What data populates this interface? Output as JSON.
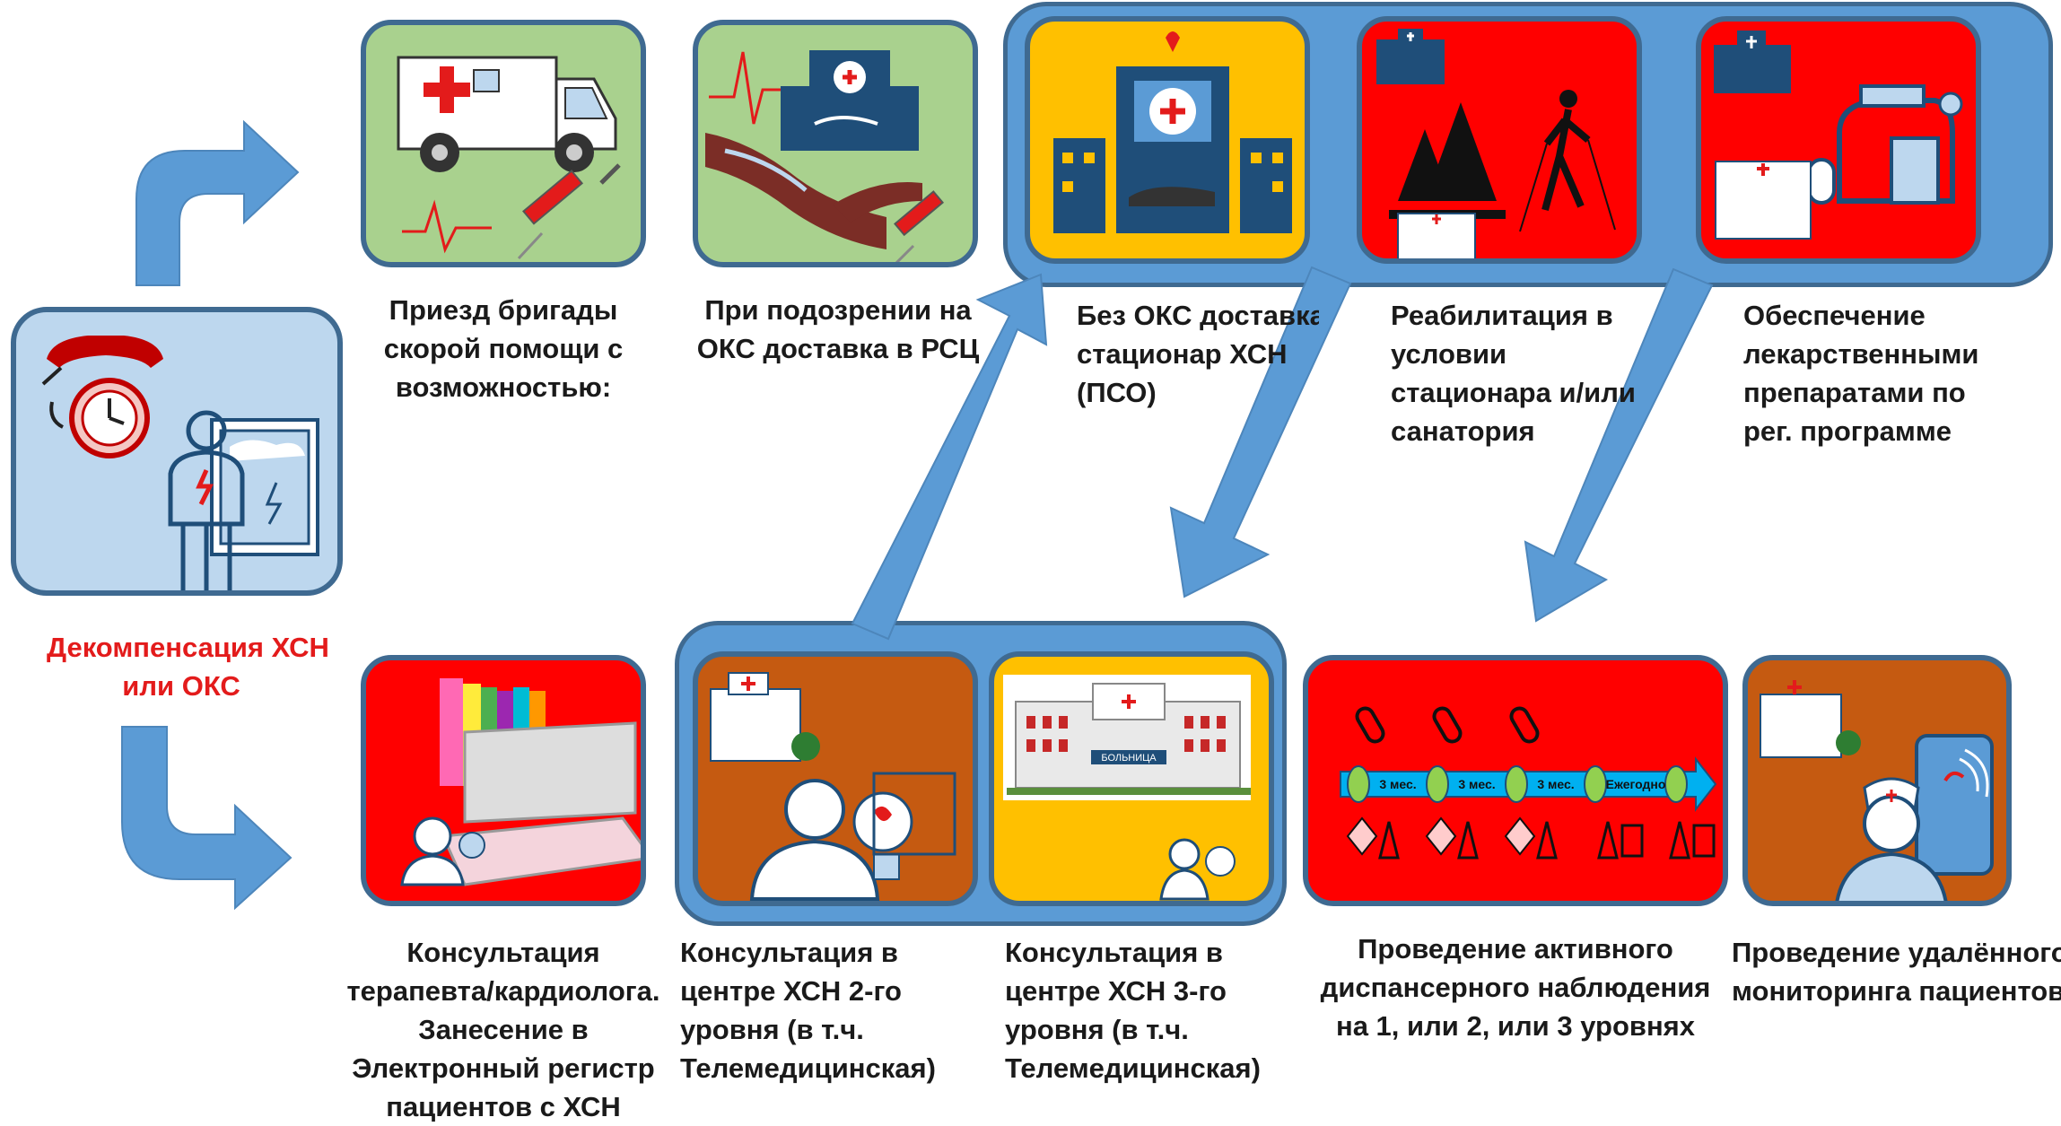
{
  "start": {
    "caption": [
      "Декомпенсация ХСН",
      "или ОКС"
    ],
    "caption_color": "#e31b1b"
  },
  "top_row": [
    {
      "id": "ambulance",
      "caption": [
        "Приезд бригады",
        "скорой помощи с",
        "возможностью:"
      ]
    },
    {
      "id": "rsc",
      "caption": [
        "При подозрении на",
        "ОКС доставка в РСЦ"
      ]
    },
    {
      "id": "pso",
      "caption": [
        "Без ОКС доставка в",
        "стационар ХСН",
        "(ПСО)"
      ]
    },
    {
      "id": "rehab",
      "caption": [
        "Реабилитация в",
        "условии",
        "стационара и/или",
        "санатория"
      ]
    },
    {
      "id": "drugs",
      "caption": [
        "Обеспечение",
        "лекарственными",
        "препаратами по",
        "рег. программе"
      ]
    }
  ],
  "bottom_row": [
    {
      "id": "therapist",
      "caption": [
        "Консультация",
        "терапевта/кардиолога.",
        "Занесение в",
        "Электронный регистр",
        "пациентов с ХСН"
      ]
    },
    {
      "id": "level2",
      "caption": [
        "Консультация в",
        "центре ХСН 2-го",
        "уровня (в т.ч.",
        "Телемедицинская)"
      ]
    },
    {
      "id": "level3",
      "caption": [
        "Консультация в",
        "центре ХСН 3-го",
        "уровня (в т.ч.",
        "Телемедицинская)"
      ]
    },
    {
      "id": "dispensary",
      "caption": [
        "Проведение активного",
        "диспансерного наблюдения",
        "на 1, или 2, или 3 уровнях"
      ]
    },
    {
      "id": "remote",
      "caption": [
        "Проведение удалённого",
        "мониторинга пациентов"
      ]
    }
  ],
  "images": {
    "hospital_sign": "БОЛЬНИЦА",
    "timeline_labels": [
      "3 мес.",
      "3 мес.",
      "3 мес.",
      "Ежегодно"
    ]
  },
  "colors": {
    "green_card": "#a9d18e",
    "yellow_card": "#ffc000",
    "red_card": "#ff0000",
    "brown_card": "#c55a11",
    "blue_card": "#bdd7ee",
    "group_bg": "#5b9bd5",
    "border": "#3f6a91",
    "icon_dark": "#1f4e79"
  },
  "icons": [
    "telephone-icon",
    "clock-icon",
    "patient-icon",
    "ambulance-icon",
    "ecg-icon",
    "syringe-icon",
    "hospital-icon",
    "artery-icon",
    "trees-icon",
    "nordic-walker-icon",
    "medicine-bottles-icon",
    "folders-icon",
    "laptop-icon",
    "doctor-icon",
    "pill-icon",
    "nurse-icon",
    "smartphone-icon"
  ]
}
